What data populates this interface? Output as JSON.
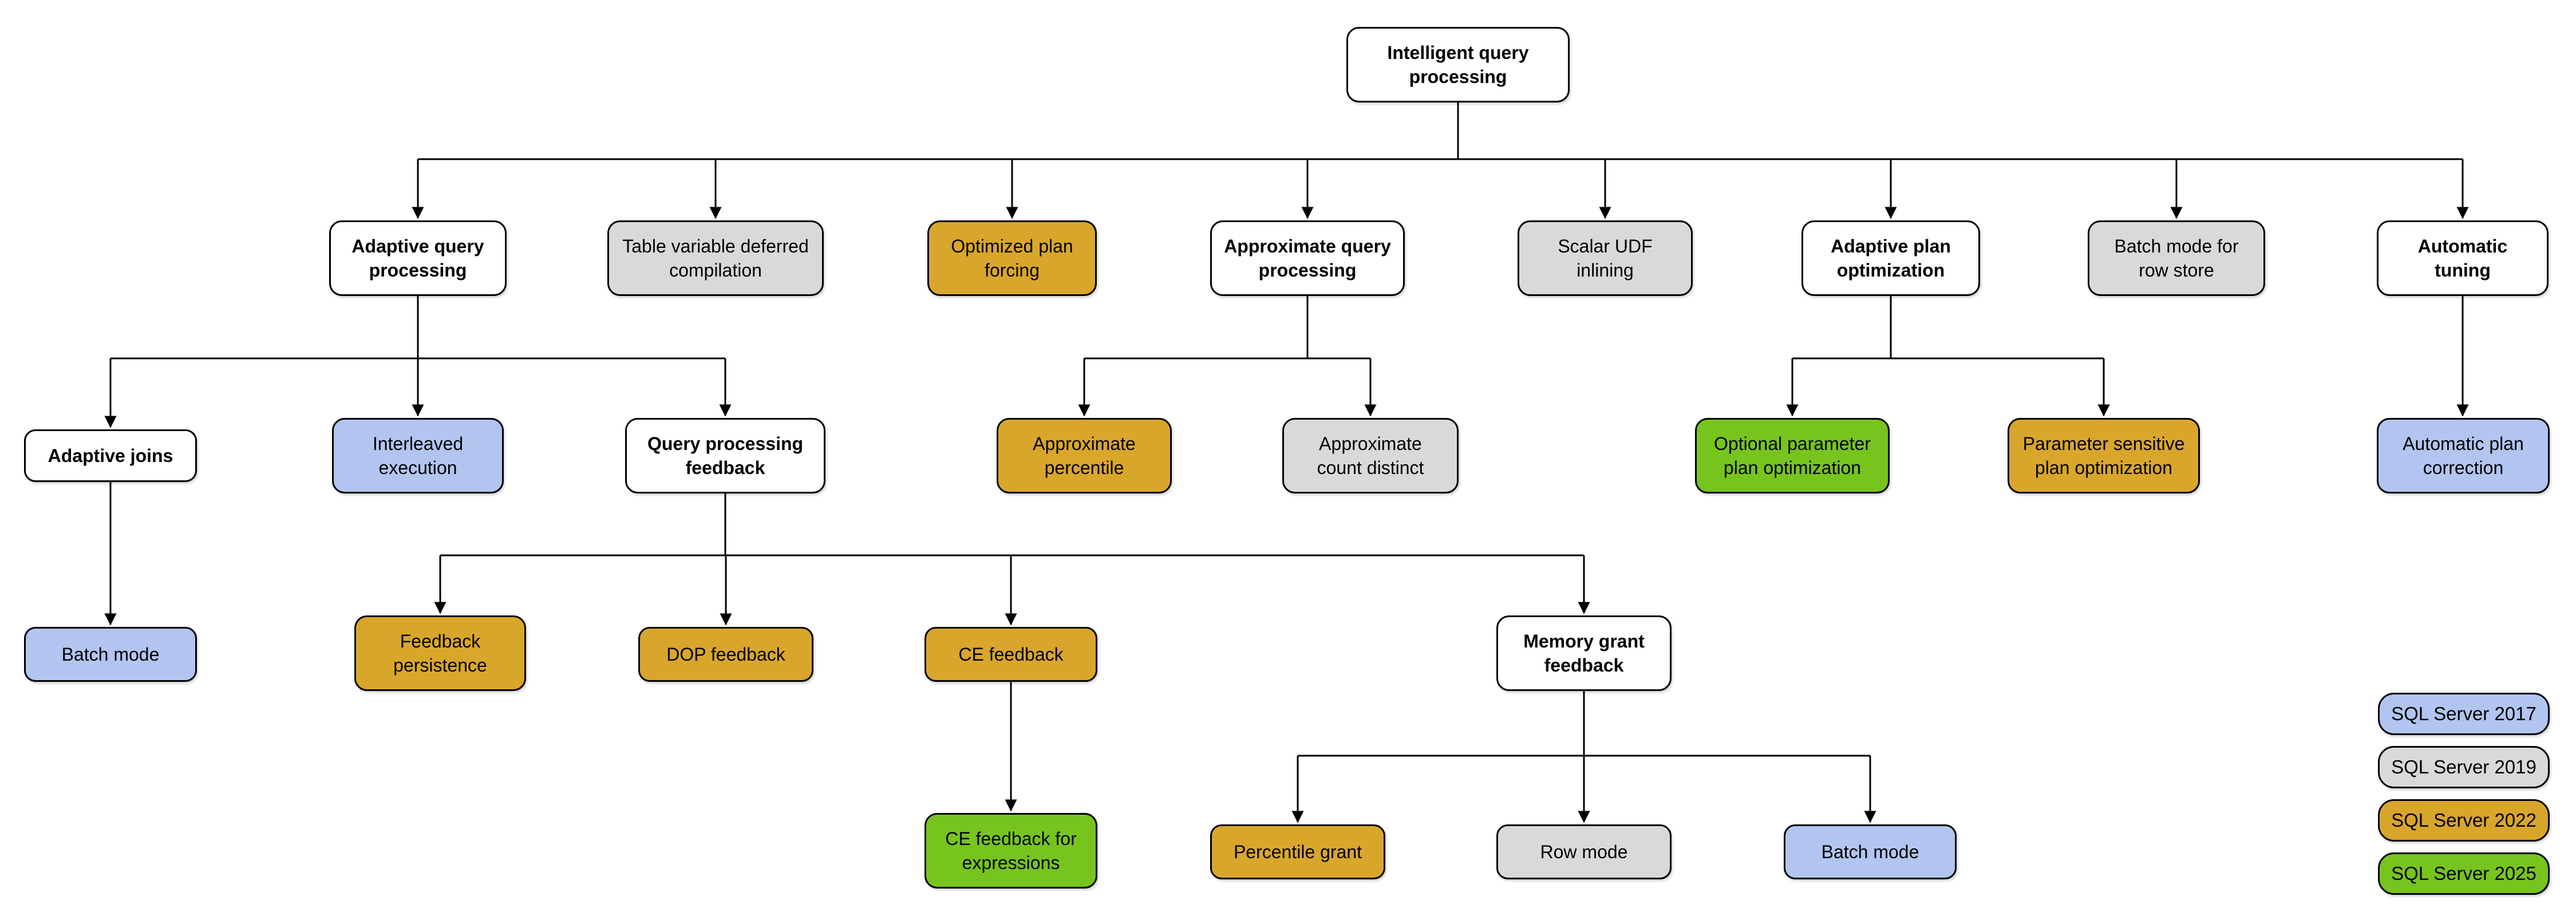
{
  "versions": [
    {
      "id": "2017",
      "label": "SQL Server 2017",
      "color": "#b2c5f0"
    },
    {
      "id": "2019",
      "label": "SQL Server 2019",
      "color": "#d9d9d9"
    },
    {
      "id": "2022",
      "label": "SQL Server 2022",
      "color": "#d9a62c"
    },
    {
      "id": "2025",
      "label": "SQL Server 2025",
      "color": "#77c41f"
    }
  ],
  "node_default_color": "#ffffff",
  "nodes": {
    "root": {
      "label": "Intelligent query processing",
      "version": ""
    },
    "adaptive_query_processing": {
      "label": "Adaptive query processing",
      "version": ""
    },
    "table_variable_deferred_compilation": {
      "label": "Table variable deferred compilation",
      "version": "2019"
    },
    "optimized_plan_forcing": {
      "label": "Optimized plan forcing",
      "version": "2022"
    },
    "approximate_query_processing": {
      "label": "Approximate query processing",
      "version": ""
    },
    "scalar_udf_inlining": {
      "label": "Scalar UDF inlining",
      "version": "2019"
    },
    "adaptive_plan_optimization": {
      "label": "Adaptive plan optimization",
      "version": ""
    },
    "batch_mode_for_row_store": {
      "label": "Batch mode for row store",
      "version": "2019"
    },
    "automatic_tuning": {
      "label": "Automatic tuning",
      "version": ""
    },
    "adaptive_joins": {
      "label": "Adaptive joins",
      "version": ""
    },
    "interleaved_execution": {
      "label": "Interleaved execution",
      "version": "2017"
    },
    "query_processing_feedback": {
      "label": "Query processing feedback",
      "version": ""
    },
    "approximate_percentile": {
      "label": "Approximate percentile",
      "version": "2022"
    },
    "approximate_count_distinct": {
      "label": "Approximate count distinct",
      "version": "2019"
    },
    "optional_parameter_plan_optimization": {
      "label": "Optional parameter plan optimization",
      "version": "2025"
    },
    "parameter_sensitive_plan_optimization": {
      "label": "Parameter sensitive plan optimization",
      "version": "2022"
    },
    "automatic_plan_correction": {
      "label": "Automatic plan correction",
      "version": "2017"
    },
    "batch_mode_adaptive_joins": {
      "label": "Batch mode",
      "version": "2017"
    },
    "feedback_persistence": {
      "label": "Feedback persistence",
      "version": "2022"
    },
    "dop_feedback": {
      "label": "DOP feedback",
      "version": "2022"
    },
    "ce_feedback": {
      "label": "CE feedback",
      "version": "2022"
    },
    "memory_grant_feedback": {
      "label": "Memory grant feedback",
      "version": ""
    },
    "ce_feedback_for_expressions": {
      "label": "CE feedback for expressions",
      "version": "2025"
    },
    "percentile_grant": {
      "label": "Percentile grant",
      "version": "2022"
    },
    "row_mode": {
      "label": "Row mode",
      "version": "2019"
    },
    "batch_mode_memory_grant": {
      "label": "Batch mode",
      "version": "2017"
    }
  },
  "edges": [
    [
      "root",
      "adaptive_query_processing"
    ],
    [
      "root",
      "table_variable_deferred_compilation"
    ],
    [
      "root",
      "optimized_plan_forcing"
    ],
    [
      "root",
      "approximate_query_processing"
    ],
    [
      "root",
      "scalar_udf_inlining"
    ],
    [
      "root",
      "adaptive_plan_optimization"
    ],
    [
      "root",
      "batch_mode_for_row_store"
    ],
    [
      "root",
      "automatic_tuning"
    ],
    [
      "adaptive_query_processing",
      "adaptive_joins"
    ],
    [
      "adaptive_query_processing",
      "interleaved_execution"
    ],
    [
      "adaptive_query_processing",
      "query_processing_feedback"
    ],
    [
      "approximate_query_processing",
      "approximate_percentile"
    ],
    [
      "approximate_query_processing",
      "approximate_count_distinct"
    ],
    [
      "adaptive_plan_optimization",
      "optional_parameter_plan_optimization"
    ],
    [
      "adaptive_plan_optimization",
      "parameter_sensitive_plan_optimization"
    ],
    [
      "automatic_tuning",
      "automatic_plan_correction"
    ],
    [
      "adaptive_joins",
      "batch_mode_adaptive_joins"
    ],
    [
      "query_processing_feedback",
      "feedback_persistence"
    ],
    [
      "query_processing_feedback",
      "dop_feedback"
    ],
    [
      "query_processing_feedback",
      "ce_feedback"
    ],
    [
      "query_processing_feedback",
      "memory_grant_feedback"
    ],
    [
      "ce_feedback",
      "ce_feedback_for_expressions"
    ],
    [
      "memory_grant_feedback",
      "percentile_grant"
    ],
    [
      "memory_grant_feedback",
      "row_mode"
    ],
    [
      "memory_grant_feedback",
      "batch_mode_memory_grant"
    ]
  ]
}
